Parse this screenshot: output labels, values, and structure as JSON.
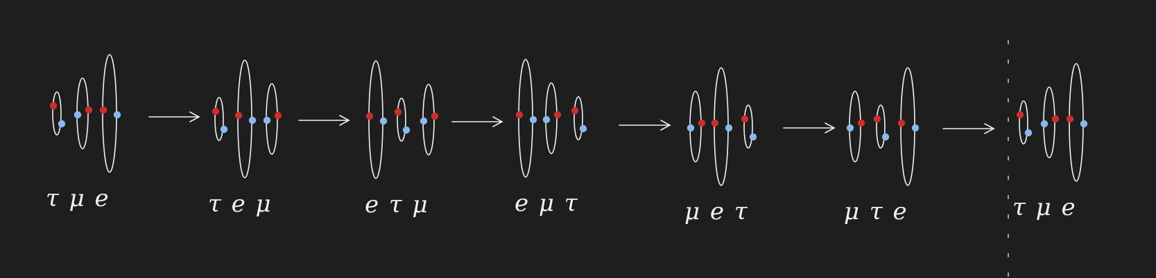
{
  "colors": {
    "background": "#1e1e1e",
    "stroke": "#f2f2f2",
    "red": "#cc2d2d",
    "blue": "#8ab8ec"
  },
  "stages": [
    {
      "label": "τ μ e",
      "rings": [
        {
          "size": "small",
          "dots": [
            "red",
            "blue"
          ]
        },
        {
          "size": "medium",
          "dots": [
            "blue",
            "red"
          ]
        },
        {
          "size": "large",
          "dots": [
            "red",
            "blue"
          ]
        }
      ]
    },
    {
      "label": "τ e μ",
      "rings": [
        {
          "size": "small",
          "dots": [
            "red",
            "blue"
          ]
        },
        {
          "size": "large",
          "dots": [
            "red",
            "blue"
          ]
        },
        {
          "size": "medium",
          "dots": [
            "blue",
            "red"
          ]
        }
      ]
    },
    {
      "label": "e τ μ",
      "rings": [
        {
          "size": "large",
          "dots": [
            "red",
            "blue"
          ]
        },
        {
          "size": "small",
          "dots": [
            "red",
            "blue"
          ]
        },
        {
          "size": "medium",
          "dots": [
            "blue",
            "red"
          ]
        }
      ]
    },
    {
      "label": "e μ τ",
      "rings": [
        {
          "size": "large",
          "dots": [
            "red",
            "blue"
          ]
        },
        {
          "size": "medium",
          "dots": [
            "blue",
            "red"
          ]
        },
        {
          "size": "small",
          "dots": [
            "red",
            "blue"
          ]
        }
      ]
    },
    {
      "label": "μ e τ",
      "rings": [
        {
          "size": "medium",
          "dots": [
            "blue",
            "red"
          ]
        },
        {
          "size": "large",
          "dots": [
            "red",
            "blue"
          ]
        },
        {
          "size": "small",
          "dots": [
            "red",
            "blue"
          ]
        }
      ]
    },
    {
      "label": "μ τ e",
      "rings": [
        {
          "size": "medium",
          "dots": [
            "blue",
            "red"
          ]
        },
        {
          "size": "small",
          "dots": [
            "red",
            "blue"
          ]
        },
        {
          "size": "large",
          "dots": [
            "red",
            "blue"
          ]
        }
      ]
    },
    {
      "label": "τ μ e",
      "rings": [
        {
          "size": "small",
          "dots": [
            "red",
            "blue"
          ]
        },
        {
          "size": "medium",
          "dots": [
            "blue",
            "red"
          ]
        },
        {
          "size": "large",
          "dots": [
            "red",
            "blue"
          ]
        }
      ]
    }
  ],
  "arrow_count": 6,
  "divider_before_last_stage": true
}
